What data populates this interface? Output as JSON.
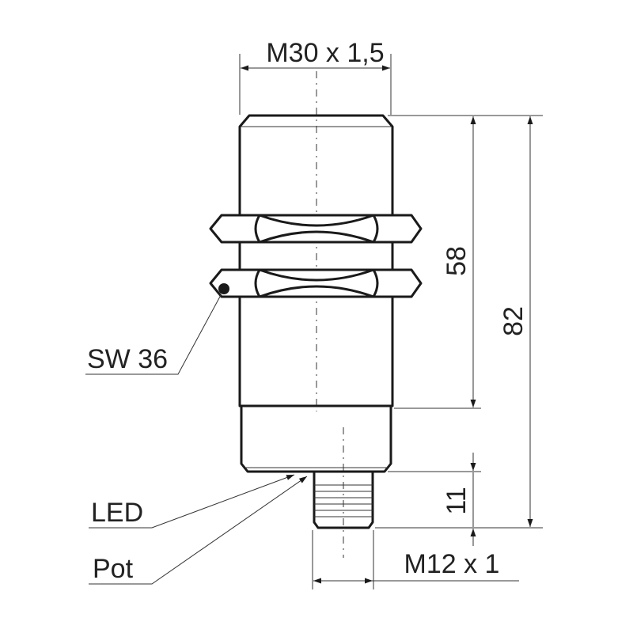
{
  "labels": {
    "thread_main": "M30 x 1,5",
    "wrench_size": "SW 36",
    "led": "LED",
    "pot": "Pot",
    "thread_connector": "M12 x 1",
    "dim_58": "58",
    "dim_82": "82",
    "dim_11": "11"
  },
  "colors": {
    "line": "#1a1a1a",
    "text": "#222222",
    "background": "#ffffff"
  }
}
